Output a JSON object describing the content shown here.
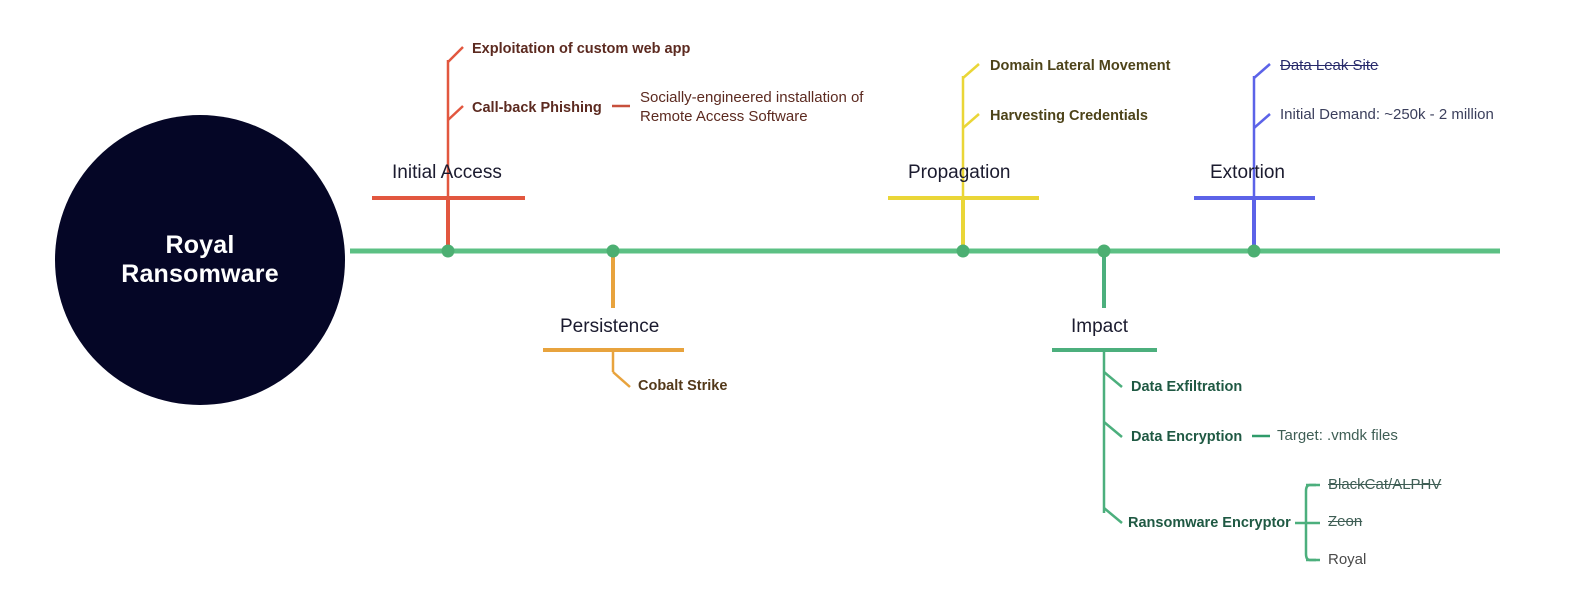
{
  "diagram": {
    "type": "timeline-mindmap",
    "title": "Royal Ransomware",
    "root": {
      "label_line1": "Royal",
      "label_line2": "Ransomware",
      "fill_color": "#050626",
      "text_color": "#ffffff"
    },
    "spine": {
      "color": "#5cc084",
      "node_color": "#4caf72"
    },
    "branches": [
      {
        "id": "initial-access",
        "label": "Initial Access",
        "color": "#e2573f",
        "side": "above",
        "children": [
          {
            "label": "Exploitation of custom web app",
            "bold": true,
            "struck": false
          },
          {
            "label": "Call-back Phishing",
            "bold": true,
            "struck": false,
            "detail_line1": "Socially-engineered installation of",
            "detail_line2": "Remote Access Software"
          }
        ]
      },
      {
        "id": "persistence",
        "label": "Persistence",
        "color": "#e8a33d",
        "side": "below",
        "children": [
          {
            "label": "Cobalt Strike",
            "bold": true,
            "struck": false
          }
        ]
      },
      {
        "id": "propagation",
        "label": "Propagation",
        "color": "#ead637",
        "side": "above",
        "children": [
          {
            "label": "Domain Lateral Movement",
            "bold": true,
            "struck": false
          },
          {
            "label": "Harvesting Credentials",
            "bold": true,
            "struck": false
          }
        ]
      },
      {
        "id": "impact",
        "label": "Impact",
        "color": "#4caf7d",
        "side": "below",
        "children": [
          {
            "label": "Data Exfiltration",
            "bold": true,
            "struck": false
          },
          {
            "label": "Data Encryption",
            "bold": true,
            "struck": false,
            "detail_line1": "Target: .vmdk files"
          },
          {
            "label": "Ransomware Encryptor",
            "bold": true,
            "struck": false,
            "variants": [
              {
                "label": "BlackCat/ALPHV",
                "struck": true
              },
              {
                "label": "Zeon",
                "struck": true
              },
              {
                "label": "Royal",
                "struck": false
              }
            ]
          }
        ]
      },
      {
        "id": "extortion",
        "label": "Extortion",
        "color": "#5c63e8",
        "side": "above",
        "children": [
          {
            "label": "Data Leak Site",
            "bold": false,
            "struck": true
          },
          {
            "label": "Initial Demand: ~250k - 2 million",
            "bold": false,
            "struck": false
          }
        ]
      }
    ]
  }
}
